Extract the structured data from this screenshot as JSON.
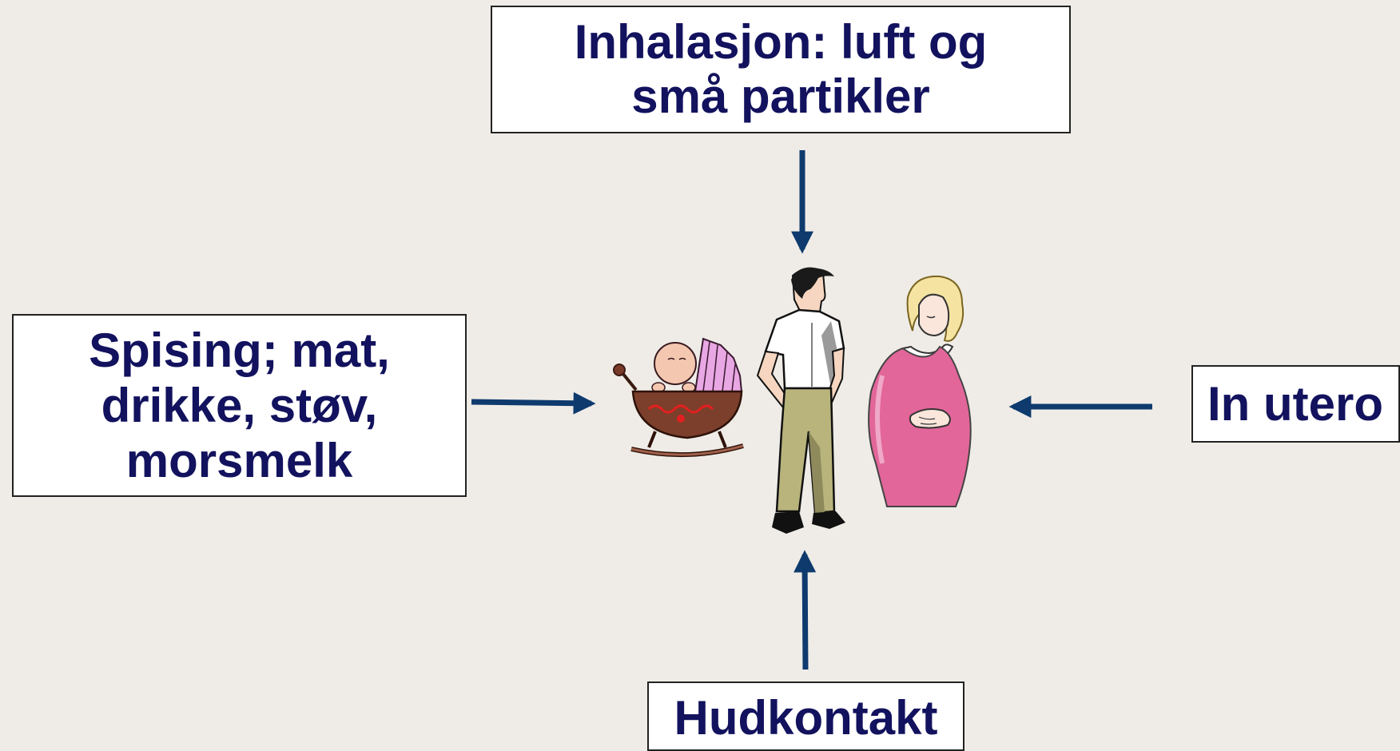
{
  "boxes": {
    "top": "Inhalasjon: luft og\nsmå partikler",
    "left": "Spising; mat,\ndrikke, støv,\nmorsmelk",
    "right": "In utero",
    "bottom": "Hudkontakt"
  },
  "colors": {
    "background": "#efece7",
    "text": "#12125e",
    "arrow": "#0e3a6e"
  },
  "icons": [
    "baby-cradle-icon",
    "man-icon",
    "pregnant-woman-icon"
  ]
}
